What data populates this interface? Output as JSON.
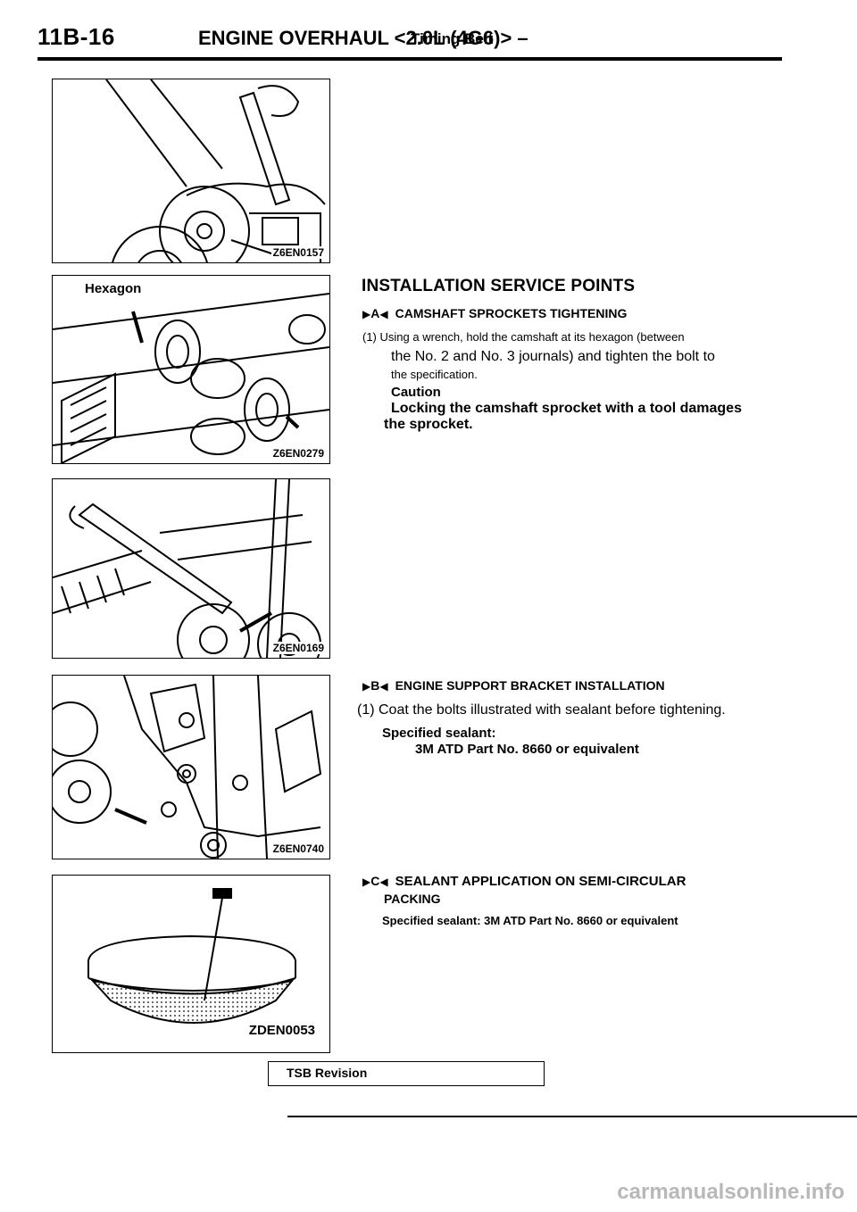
{
  "header": {
    "page_number": "11B-16",
    "title": "ENGINE OVERHAUL <2.0L (4G6)> –",
    "subtitle": "Timing Belt"
  },
  "figures": [
    {
      "code": "Z6EN0157"
    },
    {
      "code": "Z6EN0279",
      "callout": "Hexagon"
    },
    {
      "code": "Z6EN0169"
    },
    {
      "code": "Z6EN0740"
    },
    {
      "code": "ZDEN0053"
    }
  ],
  "content": {
    "heading": "INSTALLATION SERVICE POINTS",
    "sections": [
      {
        "marker": "A",
        "title": "CAMSHAFT SPROCKETS TIGHTENING",
        "step_line1": "(1)  Using a wrench, hold the camshaft at its hexagon (between",
        "step_line2": "the No. 2 and No. 3 journals) and tighten the bolt to",
        "step_line3": "the specification.",
        "caution_label": "Caution",
        "caution_line1": "Locking the camshaft sprocket with a tool damages",
        "caution_line2": "the sprocket."
      },
      {
        "marker": "B",
        "title": "ENGINE SUPPORT BRACKET INSTALLATION",
        "step": "(1) Coat the bolts illustrated with sealant before tightening.",
        "sealant_label": "Specified sealant:",
        "sealant_value": "3M ATD Part No. 8660 or equivalent"
      },
      {
        "marker": "C",
        "title_line1": "SEALANT APPLICATION ON SEMI-CIRCULAR",
        "title_line2": "PACKING",
        "sealant": "Specified sealant: 3M ATD Part No. 8660 or equivalent"
      }
    ]
  },
  "footer": {
    "tsb": "TSB Revision",
    "watermark": "carmanualsonline.info"
  }
}
